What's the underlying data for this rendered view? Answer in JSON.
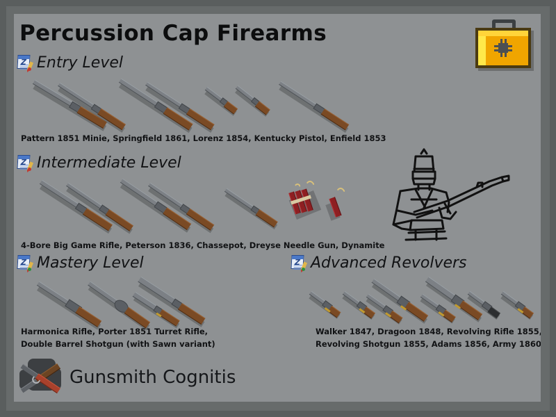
{
  "page": {
    "title": "Percussion Cap Firearms",
    "background_color": "#8e9193",
    "frame_color": "#5a5e5e",
    "text_color": "#111214"
  },
  "badge": {
    "name": "toolbox-badge",
    "icon": "toolbox-icon",
    "body_color": "#f0a500",
    "highlight_color": "#ffe84a",
    "handle_color": "#3b3f42",
    "chip_color": "#4b4f52"
  },
  "sections": [
    {
      "id": "entry-level",
      "heading": "Entry Level",
      "icon": "note-pencil-icon",
      "caption": "Pattern 1851 Minie, Springfield 1861, Lorenz 1854, Kentucky Pistol, Enfield 1853",
      "items": [
        "Pattern 1851 Minie",
        "Springfield 1861",
        "Lorenz 1854",
        "Kentucky Pistol",
        "Enfield 1853"
      ]
    },
    {
      "id": "intermediate-level",
      "heading": "Intermediate Level",
      "icon": "note-pencil-icon",
      "caption": "4-Bore Big Game Rifle, Peterson 1836, Chassepot, Dreyse Needle Gun, Dynamite",
      "items": [
        "4-Bore Big Game Rifle",
        "Peterson 1836",
        "Chassepot",
        "Dreyse Needle Gun",
        "Dynamite"
      ]
    },
    {
      "id": "mastery-level",
      "heading": "Mastery Level",
      "icon": "note-pencil-icon",
      "caption_line1": "Harmonica Rifle, Porter 1851 Turret Rifle,",
      "caption_line2": "Double Barrel Shotgun (with Sawn variant)",
      "items": [
        "Harmonica Rifle",
        "Porter 1851 Turret Rifle",
        "Double Barrel Shotgun",
        "Sawn variant"
      ]
    },
    {
      "id": "advanced-revolvers",
      "heading": "Advanced Revolvers",
      "icon": "note-pencil-icon",
      "caption_line1": "Walker 1847, Dragoon 1848, Revolving Rifle 1855,",
      "caption_line2": "Revolving Shotgun 1855, Adams 1856, Army 1860",
      "items": [
        "Walker 1847",
        "Dragoon 1848",
        "Revolving Rifle 1855",
        "Revolving Shotgun 1855",
        "Adams 1856",
        "Army 1860"
      ]
    }
  ],
  "illustration": {
    "name": "soldier-with-rifle-illustration",
    "outline_color": "#111111"
  },
  "footer": {
    "text": "Gunsmith Cognitis",
    "logo": "crossed-guns-logo"
  }
}
